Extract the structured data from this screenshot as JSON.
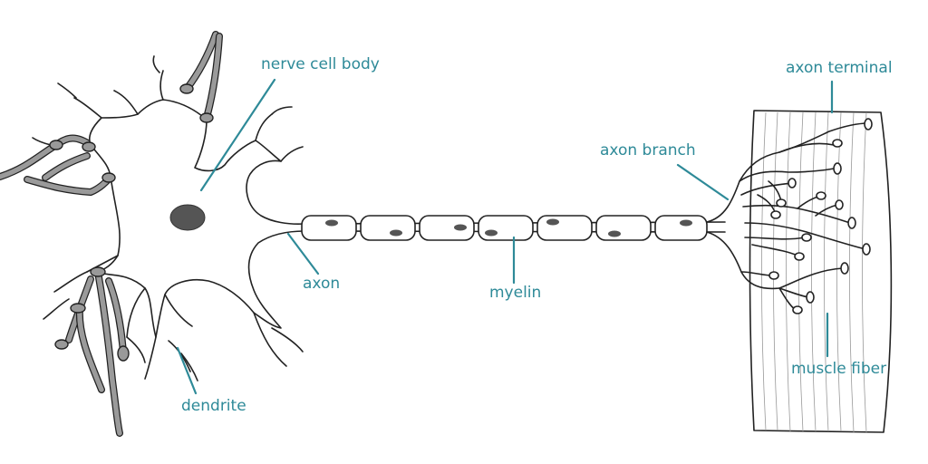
{
  "labels": {
    "nerve_cell_body": "nerve cell body",
    "axon": "axon",
    "myelin": "myelin",
    "axon_branch": "axon branch",
    "axon_terminal": "axon terminal",
    "muscle_fiber": "muscle fiber",
    "dendrite": "dendrite"
  },
  "colors": {
    "label": "#2e8a98",
    "outline": "#222222",
    "nucleus": "#555555",
    "dendrite_fill": "#9a9a9a"
  }
}
